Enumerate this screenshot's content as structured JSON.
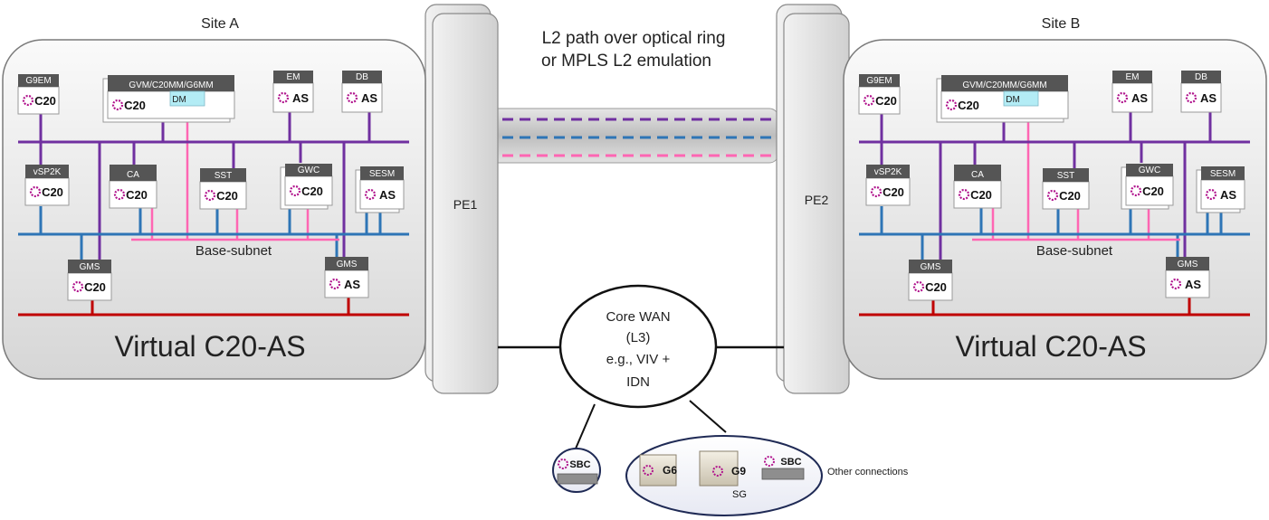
{
  "site_a": {
    "title": "Site A",
    "label": "Virtual C20-AS",
    "subnet": "Base-subnet",
    "nodes": {
      "g9em": {
        "hdr": "G9EM",
        "body": "C20"
      },
      "gvm": {
        "hdr": "GVM/C20MM/G6MM",
        "body": "C20",
        "tag": "DM"
      },
      "em": {
        "hdr": "EM",
        "body": "AS"
      },
      "db": {
        "hdr": "DB",
        "body": "AS"
      },
      "vsp2k": {
        "hdr": "vSP2K",
        "body": "C20"
      },
      "ca": {
        "hdr": "CA",
        "body": "C20"
      },
      "sst": {
        "hdr": "SST",
        "body": "C20"
      },
      "gwc": {
        "hdr": "GWC",
        "body": "C20"
      },
      "sesm": {
        "hdr": "SESM",
        "body": "AS"
      },
      "gms1": {
        "hdr": "GMS",
        "body": "C20"
      },
      "gms2": {
        "hdr": "GMS",
        "body": "AS"
      }
    }
  },
  "site_b": {
    "title": "Site B",
    "label": "Virtual C20-AS",
    "subnet": "Base-subnet",
    "nodes": {
      "g9em": {
        "hdr": "G9EM",
        "body": "C20"
      },
      "gvm": {
        "hdr": "GVM/C20MM/G6MM",
        "body": "C20",
        "tag": "DM"
      },
      "em": {
        "hdr": "EM",
        "body": "AS"
      },
      "db": {
        "hdr": "DB",
        "body": "AS"
      },
      "vsp2k": {
        "hdr": "vSP2K",
        "body": "C20"
      },
      "ca": {
        "hdr": "CA",
        "body": "C20"
      },
      "sst": {
        "hdr": "SST",
        "body": "C20"
      },
      "gwc": {
        "hdr": "GWC",
        "body": "C20"
      },
      "sesm": {
        "hdr": "SESM",
        "body": "AS"
      },
      "gms1": {
        "hdr": "GMS",
        "body": "C20"
      },
      "gms2": {
        "hdr": "GMS",
        "body": "AS"
      }
    }
  },
  "pe1": "PE1",
  "pe2": "PE2",
  "l2path": {
    "line1": "L2 path over optical ring",
    "line2": "or MPLS L2 emulation"
  },
  "core_wan": {
    "line1": "Core WAN",
    "line2": "(L3)",
    "line3": "e.g., VIV +",
    "line4": "IDN"
  },
  "devices": {
    "sbc_left": "SBC",
    "g6": "G6",
    "g9": "G9",
    "sbc_right": "SBC",
    "sg": "SG"
  },
  "other_connections": "Other connections",
  "colors": {
    "purple": "#7030a0",
    "blue": "#2e75b6",
    "pink": "#ff66b3",
    "red": "#c00000",
    "dm_tag": "#b3ecf5",
    "logo": "#b0128c"
  }
}
